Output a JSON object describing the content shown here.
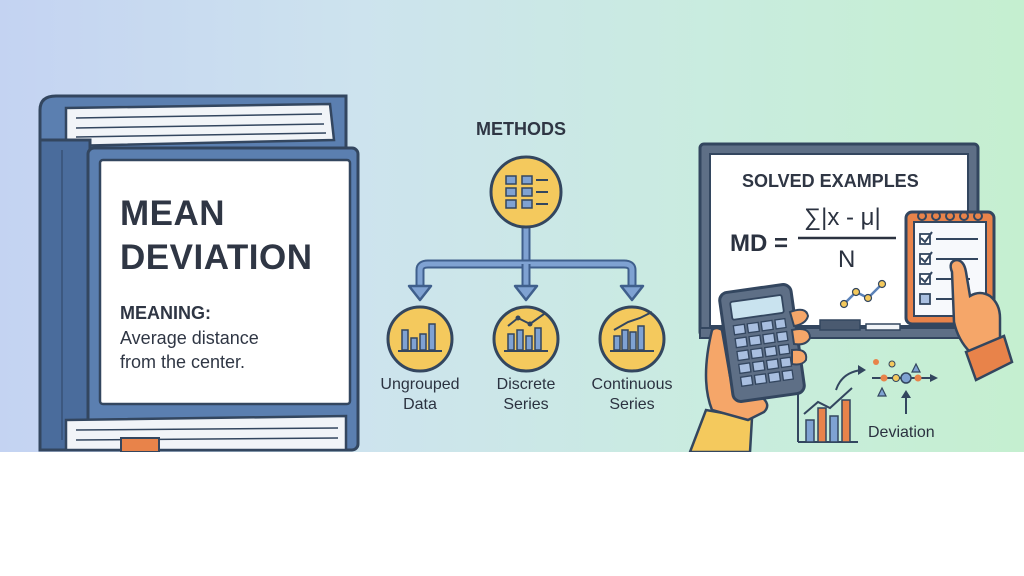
{
  "book": {
    "title_line1": "MEAN",
    "title_line2": "DEVIATION",
    "meaning_label": "MEANING:",
    "meaning_line1": "Average distance",
    "meaning_line2": "from the center."
  },
  "methods": {
    "heading": "METHODS",
    "items": [
      {
        "line1": "Ungrouped",
        "line2": "Data"
      },
      {
        "line1": "Discrete",
        "line2": "Series"
      },
      {
        "line1": "Continuous",
        "line2": "Series"
      }
    ]
  },
  "examples": {
    "heading": "SOLVED EXAMPLES",
    "formula_lhs": "MD =",
    "formula_numerator": "∑|x - μ|",
    "formula_denominator": "N",
    "deviation_label": "Deviation"
  },
  "colors": {
    "book_blue": "#5b7fb0",
    "icon_yellow": "#f4c95d",
    "arrow_blue": "#5b82b8",
    "accent_orange": "#e8834a",
    "hand_skin": "#f5a669"
  }
}
